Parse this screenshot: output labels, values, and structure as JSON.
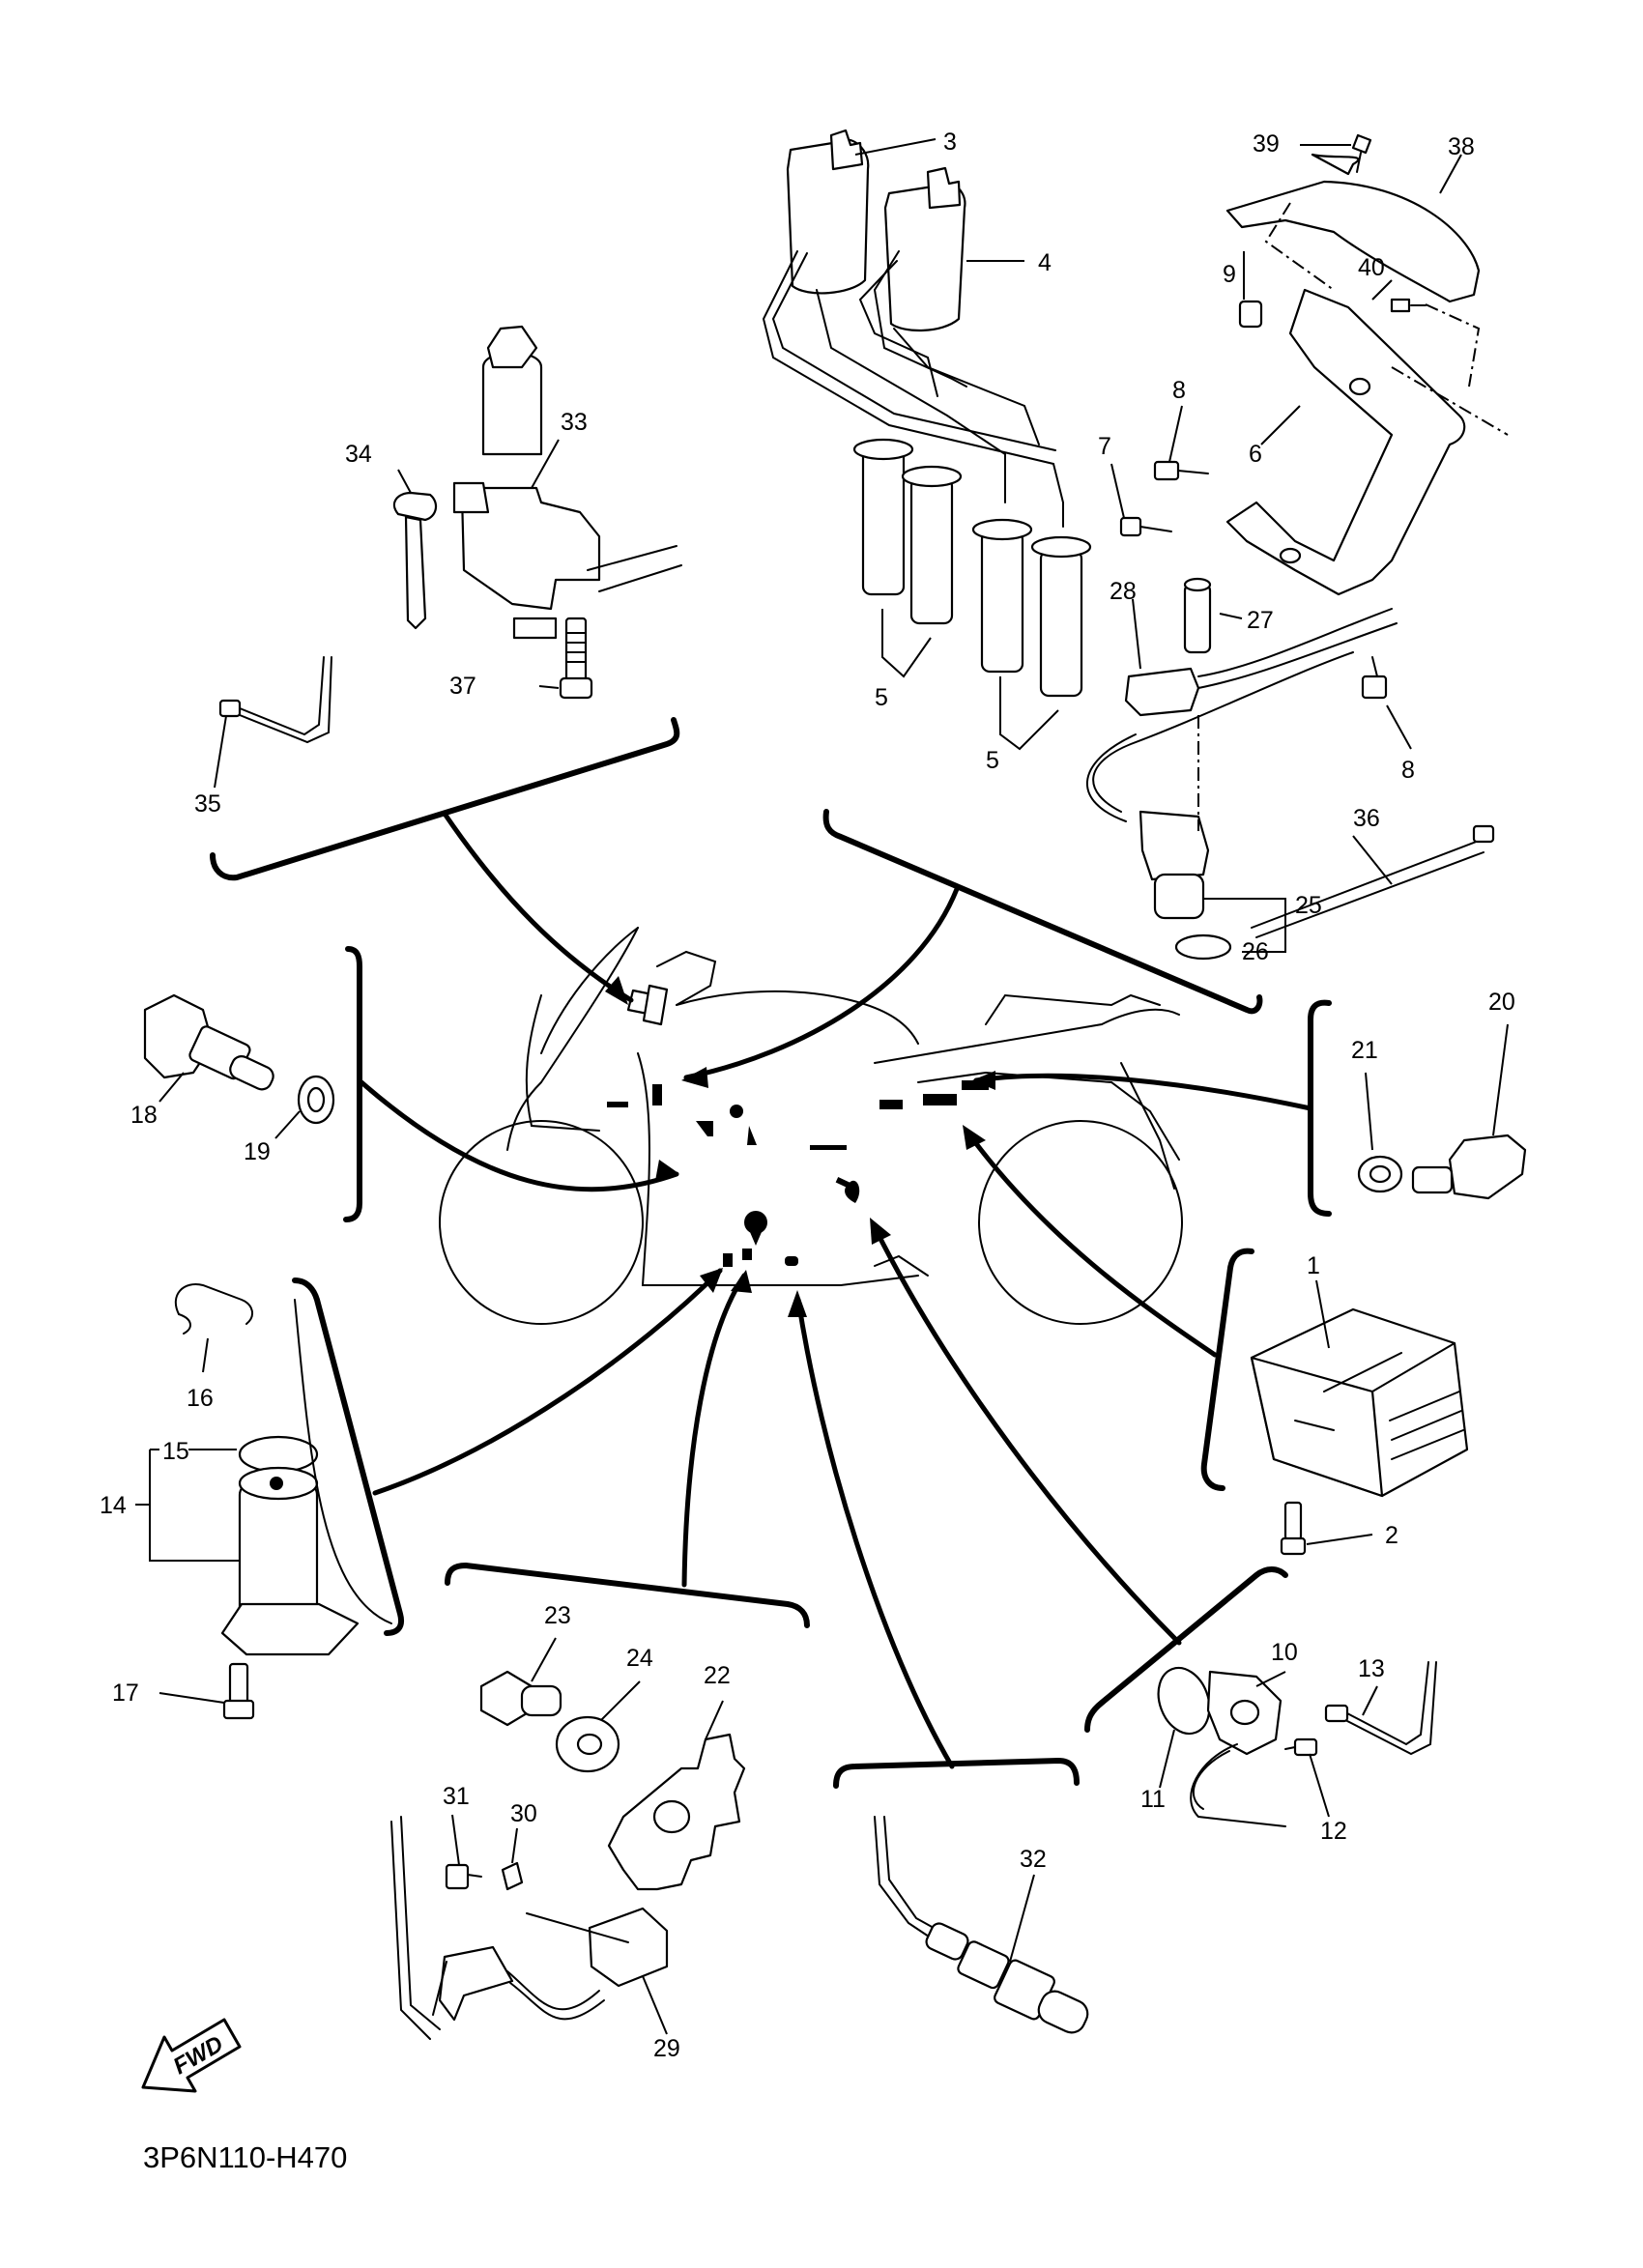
{
  "diagram": {
    "code": "3P6N110-H470",
    "fwd_label": "FWD",
    "callouts": [
      {
        "id": "c1",
        "text": "1"
      },
      {
        "id": "c2",
        "text": "2"
      },
      {
        "id": "c3",
        "text": "3"
      },
      {
        "id": "c4",
        "text": "4"
      },
      {
        "id": "c5a",
        "text": "5"
      },
      {
        "id": "c5b",
        "text": "5"
      },
      {
        "id": "c6",
        "text": "6"
      },
      {
        "id": "c7",
        "text": "7"
      },
      {
        "id": "c8a",
        "text": "8"
      },
      {
        "id": "c8b",
        "text": "8"
      },
      {
        "id": "c9",
        "text": "9"
      },
      {
        "id": "c10",
        "text": "10"
      },
      {
        "id": "c11",
        "text": "11"
      },
      {
        "id": "c12",
        "text": "12"
      },
      {
        "id": "c13",
        "text": "13"
      },
      {
        "id": "c14",
        "text": "14"
      },
      {
        "id": "c15",
        "text": "15"
      },
      {
        "id": "c16",
        "text": "16"
      },
      {
        "id": "c17",
        "text": "17"
      },
      {
        "id": "c18",
        "text": "18"
      },
      {
        "id": "c19",
        "text": "19"
      },
      {
        "id": "c20",
        "text": "20"
      },
      {
        "id": "c21",
        "text": "21"
      },
      {
        "id": "c22",
        "text": "22"
      },
      {
        "id": "c23",
        "text": "23"
      },
      {
        "id": "c24",
        "text": "24"
      },
      {
        "id": "c25",
        "text": "25"
      },
      {
        "id": "c26",
        "text": "26"
      },
      {
        "id": "c27",
        "text": "27"
      },
      {
        "id": "c28",
        "text": "28"
      },
      {
        "id": "c29",
        "text": "29"
      },
      {
        "id": "c30",
        "text": "30"
      },
      {
        "id": "c31",
        "text": "31"
      },
      {
        "id": "c32",
        "text": "32"
      },
      {
        "id": "c33",
        "text": "33"
      },
      {
        "id": "c34",
        "text": "34"
      },
      {
        "id": "c35",
        "text": "35"
      },
      {
        "id": "c36",
        "text": "36"
      },
      {
        "id": "c37",
        "text": "37"
      },
      {
        "id": "c38",
        "text": "38"
      },
      {
        "id": "c39",
        "text": "39"
      },
      {
        "id": "c40",
        "text": "40"
      }
    ]
  }
}
